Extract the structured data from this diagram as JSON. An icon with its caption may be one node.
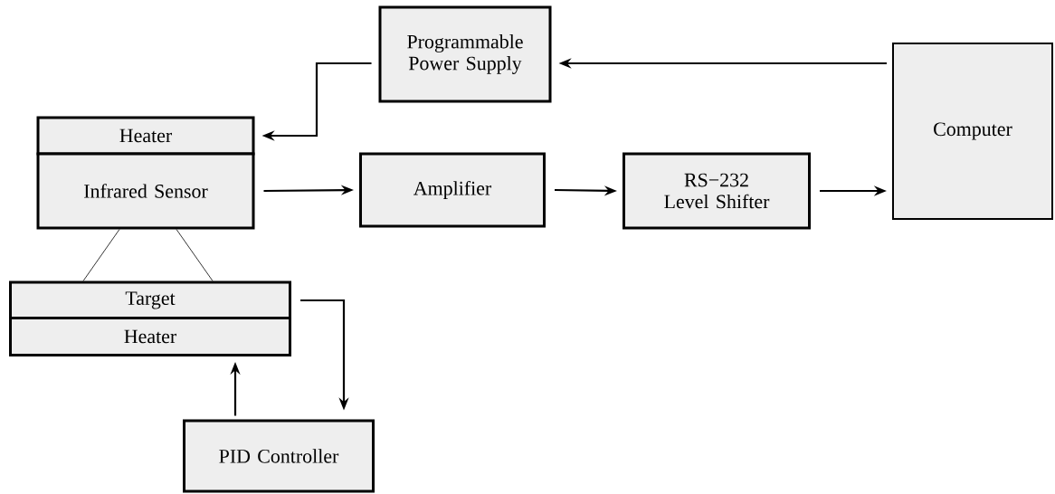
{
  "diagram": {
    "nodes": [
      {
        "text": [
          "Programmable Power Supply"
        ]
      },
      {
        "text": [
          "Computer"
        ]
      },
      {
        "text": [
          "Heater"
        ]
      },
      {
        "text": [
          "Infrared Sensor"
        ]
      },
      {
        "text": [
          "Amplifier"
        ]
      },
      {
        "text": [
          "RS−232 Level Shifter"
        ]
      },
      {
        "text": [
          "Target"
        ]
      },
      {
        "text": [
          "Heater"
        ]
      },
      {
        "text": [
          "PID Controller"
        ]
      }
    ],
    "edges": [
      {
        "from": 1,
        "to": 0,
        "arrow": "to"
      },
      {
        "from": 0,
        "to": 2,
        "arrow": "to"
      },
      {
        "from": 3,
        "to": 4,
        "arrow": "to"
      },
      {
        "from": 4,
        "to": 5,
        "arrow": "to"
      },
      {
        "from": 5,
        "to": 1,
        "arrow": "to"
      },
      {
        "from": 3,
        "to": 6,
        "arrow": "none"
      },
      {
        "from": 3,
        "to": 6,
        "arrow": "none"
      },
      {
        "from": 6,
        "to": 8,
        "arrow": "to"
      },
      {
        "from": 8,
        "to": 7,
        "arrow": "to"
      }
    ]
  }
}
